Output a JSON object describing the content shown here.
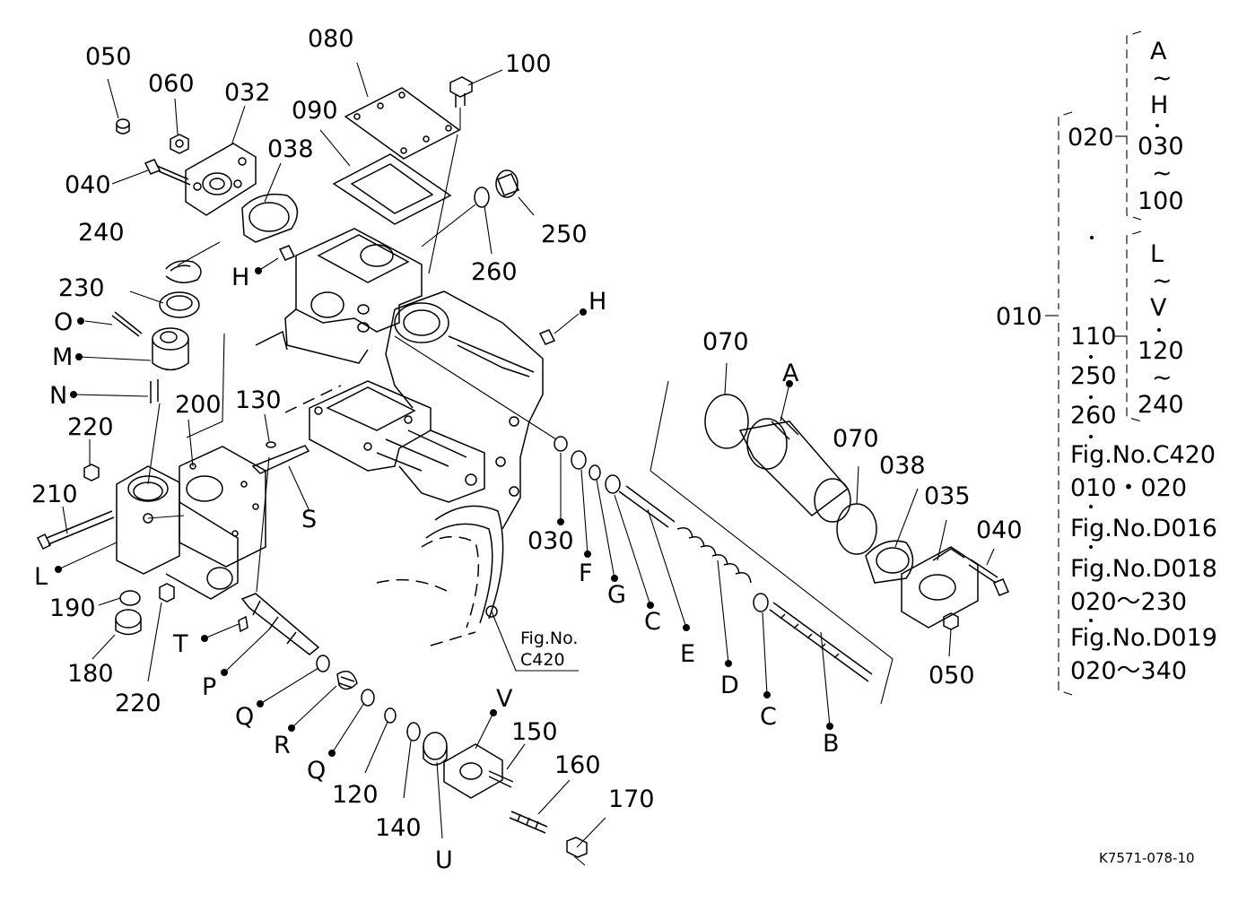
{
  "labels": {
    "p050a": "050",
    "p060": "060",
    "p032": "032",
    "p080": "080",
    "p100": "100",
    "p090": "090",
    "p038a": "038",
    "p040a": "040",
    "p240": "240",
    "p250": "250",
    "p260": "260",
    "pHa": "H",
    "pHb": "H",
    "p230": "230",
    "pO": "O",
    "pM": "M",
    "pN": "N",
    "p200": "200",
    "p130": "130",
    "p220a": "220",
    "p210": "210",
    "pL": "L",
    "pS": "S",
    "p190": "190",
    "p180": "180",
    "p220b": "220",
    "pT": "T",
    "pP": "P",
    "pQa": "Q",
    "pR": "R",
    "pQb": "Q",
    "p120": "120",
    "p140": "140",
    "pU": "U",
    "pV": "V",
    "p150": "150",
    "p160": "160",
    "p170": "170",
    "p030": "030",
    "pF": "F",
    "pG": "G",
    "pC1": "C",
    "pE": "E",
    "pD": "D",
    "pC2": "C",
    "pB": "B",
    "p070a": "070",
    "pA": "A",
    "p070b": "070",
    "p038b": "038",
    "p035": "035",
    "p040b": "040",
    "p050b": "050",
    "ref_fig": "Fig.No.",
    "ref_num": "C420"
  },
  "legend": {
    "l010": "010",
    "l020": "020",
    "lA": "A",
    "lT1": "~",
    "lH": "H",
    "l030": "030",
    "lT2": "~",
    "l100": "100",
    "lL": "L",
    "lT3": "~",
    "lV": "V",
    "l110": "110",
    "l120": "120",
    "lT4": "~",
    "l240": "240",
    "l250": "250",
    "l260": "260",
    "f1": "Fig.No.C420",
    "f1r": "010・020",
    "f2": "Fig.No.D016",
    "f3": "Fig.No.D018",
    "f3r": "020～230",
    "f4": "Fig.No.D019",
    "f4r": "020～340"
  },
  "drawing_code": "K7571-078-10"
}
